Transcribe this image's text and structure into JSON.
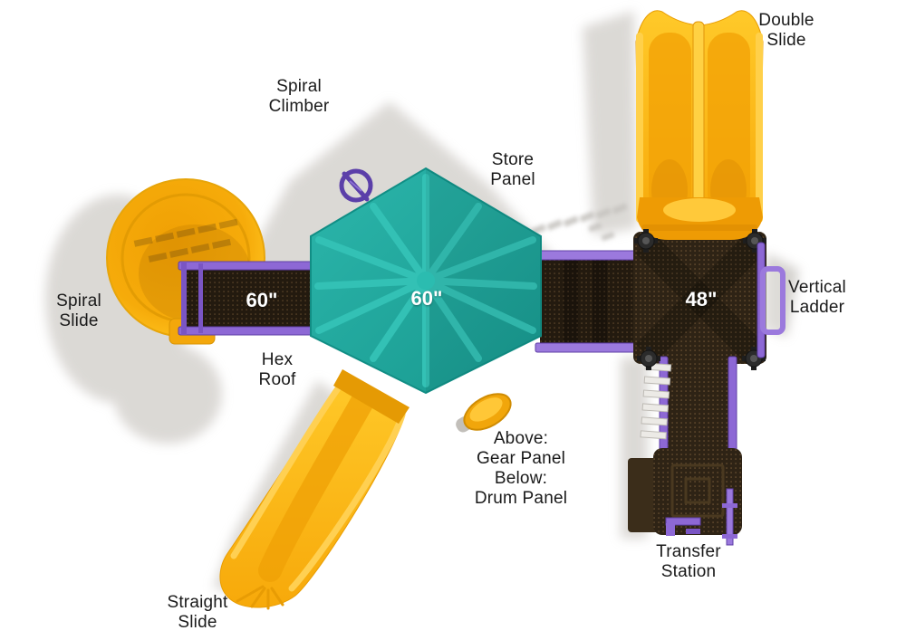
{
  "labels": {
    "double_slide": "Double\nSlide",
    "spiral_climber": "Spiral\nClimber",
    "store_panel": "Store\nPanel",
    "spiral_slide": "Spiral\nSlide",
    "hex_roof": "Hex\nRoof",
    "vertical_ladder": "Vertical\nLadder",
    "panel_note": "Above:\nGear Panel\nBelow:\nDrum Panel",
    "transfer_station": "Transfer\nStation",
    "straight_slide": "Straight\nSlide"
  },
  "dimensions": {
    "left_bridge": "60\"",
    "hex_roof": "60\"",
    "main_deck": "48\""
  },
  "colors": {
    "roof_teal": "#1FA99F",
    "slide_yellow": "#FBB817",
    "deck_brown": "#2B2114",
    "rail_purple": "#8D68D5",
    "shadow_gray": "#D8D5D1",
    "label_text": "#1A1A1A",
    "dimension_text": "#FFFFFF"
  }
}
